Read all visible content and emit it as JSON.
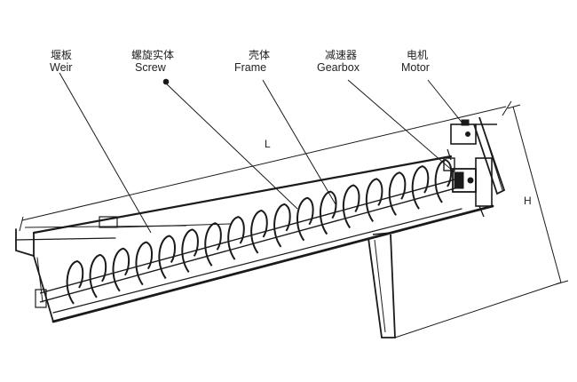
{
  "labels": {
    "weir": {
      "zh": "堰板",
      "en": "Weir"
    },
    "screw": {
      "zh": "螺旋实体",
      "en": "Screw"
    },
    "frame": {
      "zh": "壳体",
      "en": "Frame"
    },
    "gearbox": {
      "zh": "减速器",
      "en": "Gearbox"
    },
    "motor": {
      "zh": "电机",
      "en": "Motor"
    }
  },
  "dimensions": {
    "length": "L",
    "height": "H"
  },
  "colors": {
    "ink": "#1a1a1a",
    "paper": "#ffffff"
  }
}
